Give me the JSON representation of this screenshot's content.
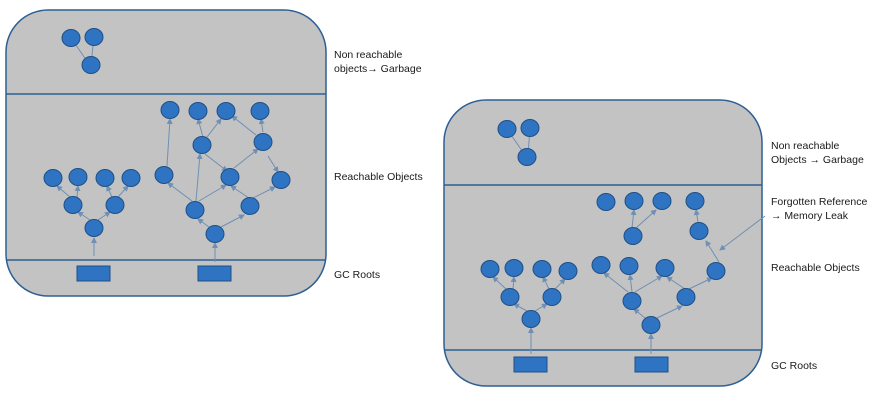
{
  "left_diagram": {
    "label_garbage": [
      "Non reachable",
      "objects→ Garbage"
    ],
    "label_reachable": "Reachable Objects",
    "label_roots": "GC Roots"
  },
  "right_diagram": {
    "label_garbage": [
      "Non reachable",
      "Objects → Garbage"
    ],
    "label_leak": [
      "Forgotten Reference",
      "→ Memory Leak"
    ],
    "label_reachable": "Reachable Objects",
    "label_roots": "GC Roots"
  },
  "colors": {
    "panel_fill": "#c3c3c3",
    "border": "#2e5f94",
    "node_fill": "#2e74c2",
    "node_stroke": "#1f4f86",
    "edge": "#6f8fb4"
  }
}
